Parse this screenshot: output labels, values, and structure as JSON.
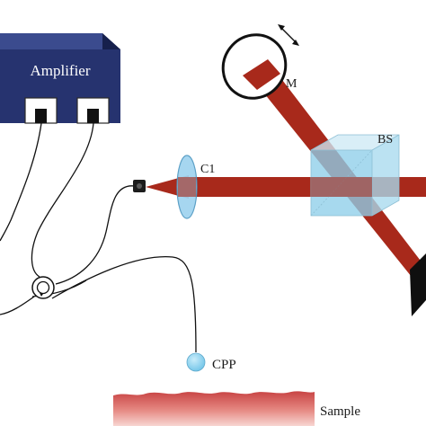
{
  "labels": {
    "amplifier": "Amplifier",
    "mirror": "M",
    "beam_splitter": "BS",
    "lens": "C1",
    "probe": "CPP",
    "sample": "Sample"
  },
  "colors": {
    "beam": "#a52a1c",
    "beam_dark": "#7f1f13",
    "amplifier_front": "#24316b",
    "amplifier_top": "#3a4a8c",
    "amplifier_side": "#182350",
    "optic_glass": "#8fd0ec",
    "lens": "#9fd3ef",
    "sample_fill": "#c94a4a",
    "fiber": "#111111"
  }
}
